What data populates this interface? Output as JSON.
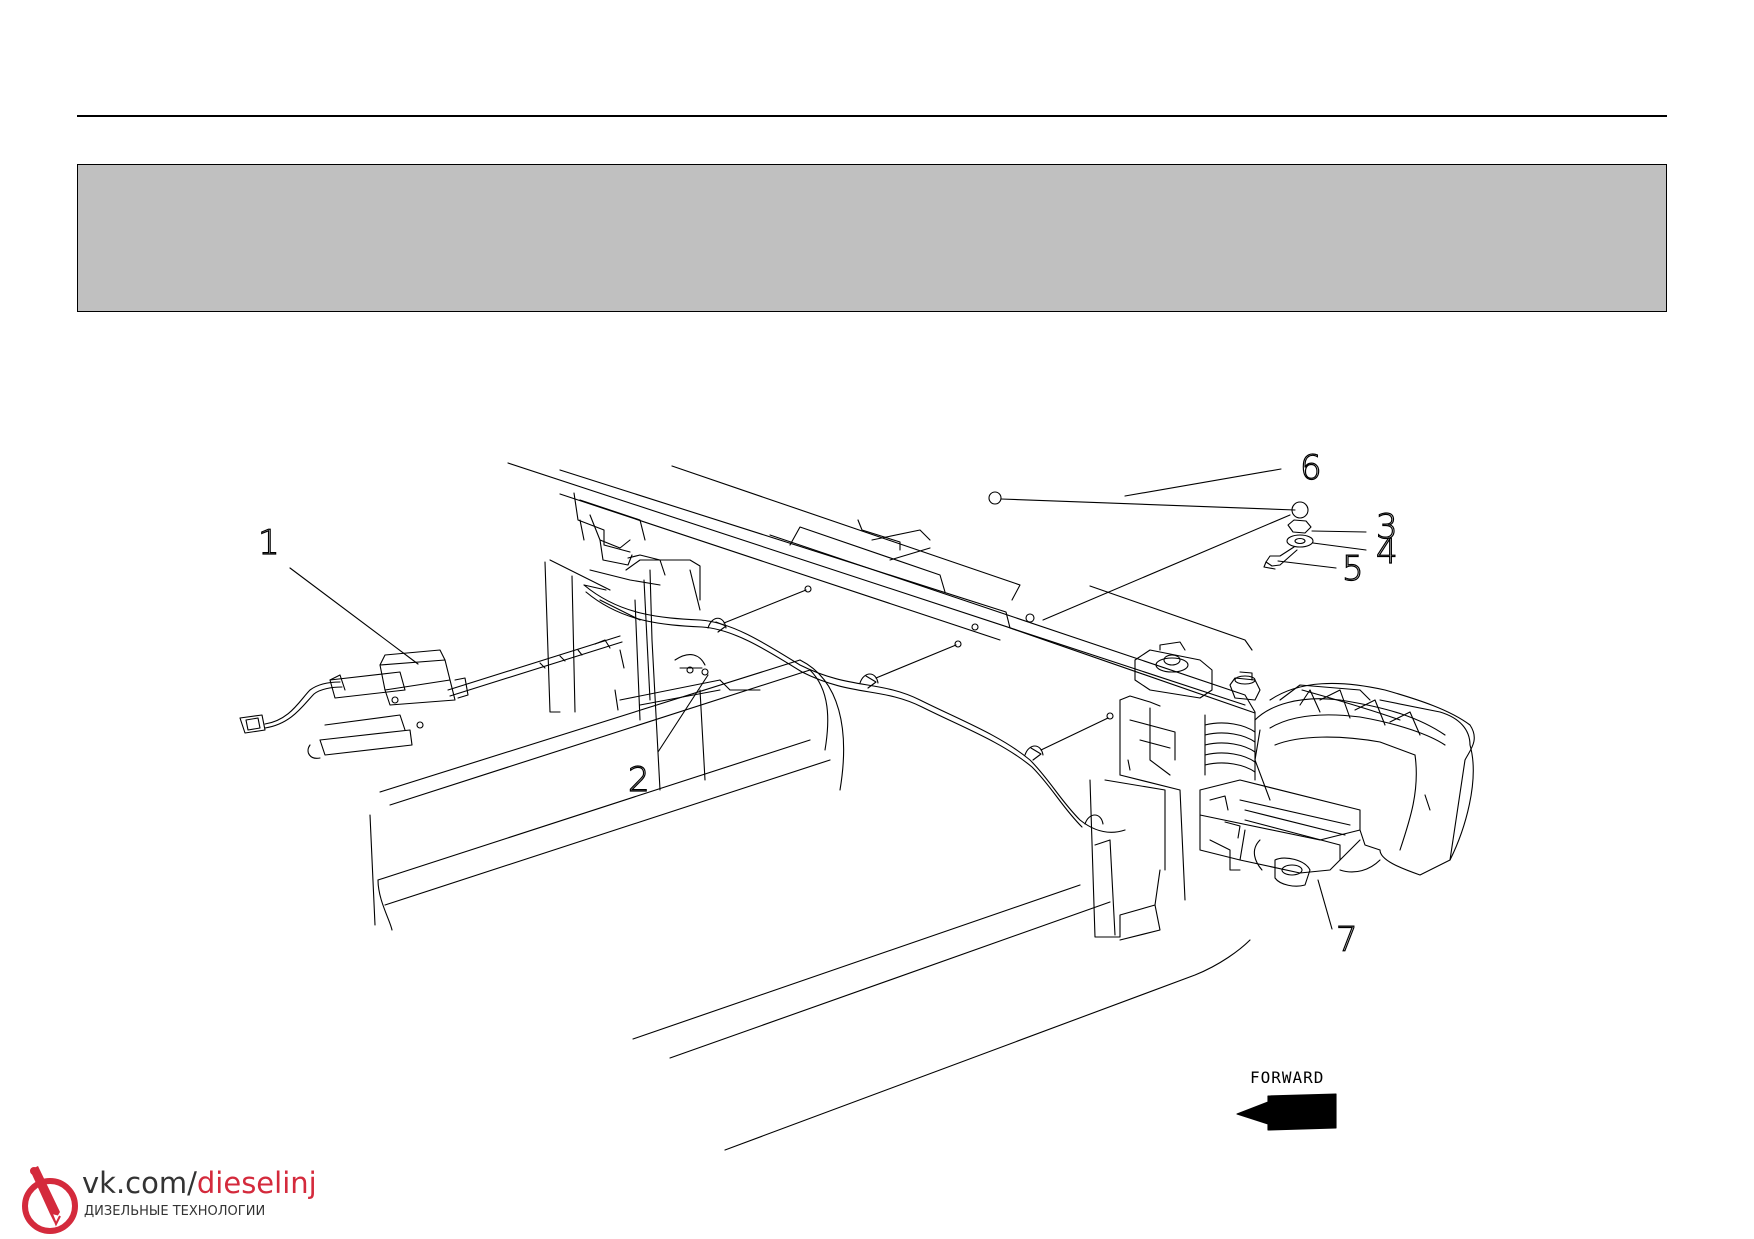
{
  "header": {
    "title": ""
  },
  "callouts": [
    {
      "id": "1",
      "label": "1"
    },
    {
      "id": "2",
      "label": "2"
    },
    {
      "id": "3",
      "label": "3"
    },
    {
      "id": "4",
      "label": "4"
    },
    {
      "id": "5",
      "label": "5"
    },
    {
      "id": "6",
      "label": "6"
    },
    {
      "id": "7",
      "label": "7"
    }
  ],
  "forward_indicator": {
    "label": "FORWARD"
  },
  "watermark": {
    "domain_prefix": "vk.com/",
    "domain_accent": "dieselinj",
    "subtitle": "ДИЗЕЛЬНЫЕ ТЕХНОЛОГИИ",
    "accent_color": "#d42a3c"
  },
  "colors": {
    "line": "#000000",
    "band": "#c0c0c0",
    "background": "#ffffff"
  }
}
